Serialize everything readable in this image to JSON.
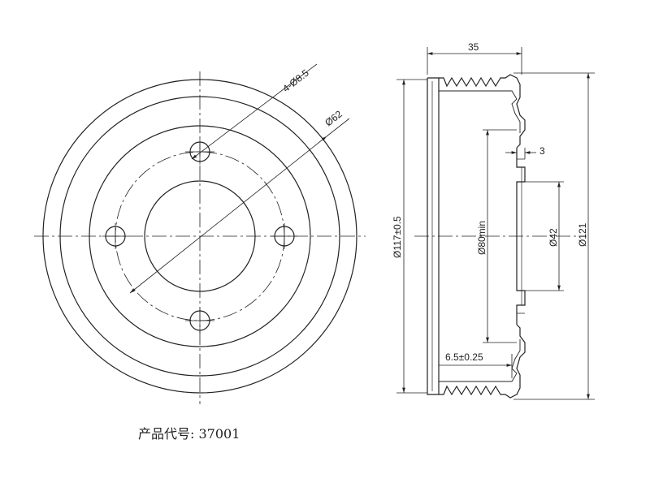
{
  "front_view": {
    "labels": {
      "bolt_holes": "4-Ø8.5",
      "bolt_circle": "Ø62"
    }
  },
  "section_view": {
    "labels": {
      "width": "35",
      "flange": "3",
      "outer_diameter": "Ø121",
      "drum_diameter": "Ø117±0.5",
      "min_bore": "Ø80min",
      "hub_bore": "Ø42",
      "lip_depth": "6.5±0.25"
    }
  },
  "caption": {
    "text": "产品代号: 37001"
  }
}
